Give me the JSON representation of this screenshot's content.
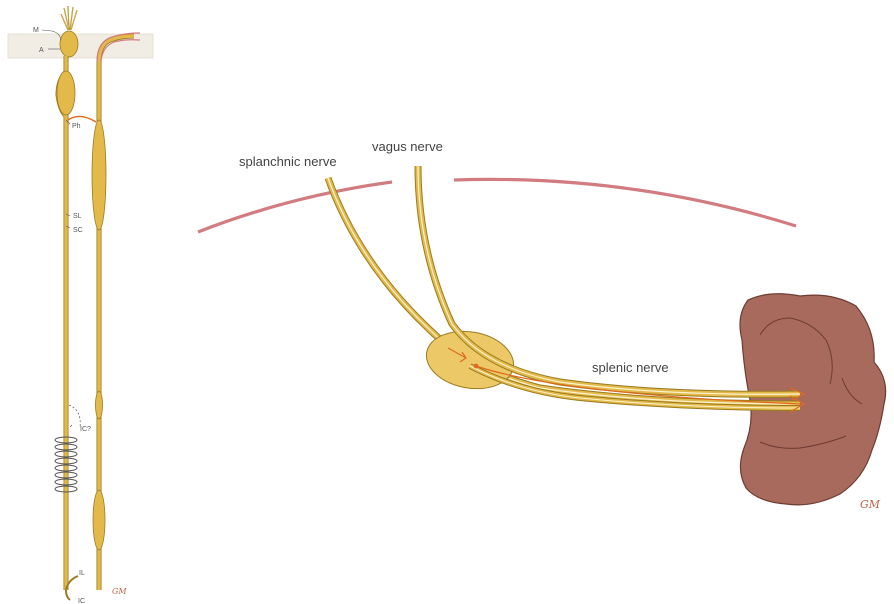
{
  "labels": {
    "m": "M",
    "a": "A",
    "ph": "Ph",
    "sl": "SL",
    "sc": "SC",
    "ic_q": "IC?",
    "il": "IL",
    "ic": "IC",
    "splanchnic": "splanchnic nerve",
    "vagus": "vagus nerve",
    "splenic": "splenic nerve"
  },
  "signatures": {
    "left": "GM",
    "right": "GM"
  },
  "colors": {
    "nerve_fill": "#e3b94a",
    "nerve_edge": "#9a7b1f",
    "nerve_inner": "#fbf2cf",
    "orange_fiber": "#e06a1e",
    "pink_line": "#d27c82",
    "ganglion_fill": "#ecc866",
    "spleen_fill": "#a86a5c",
    "spleen_edge": "#6e3c32",
    "skin": "#f1ede4"
  }
}
